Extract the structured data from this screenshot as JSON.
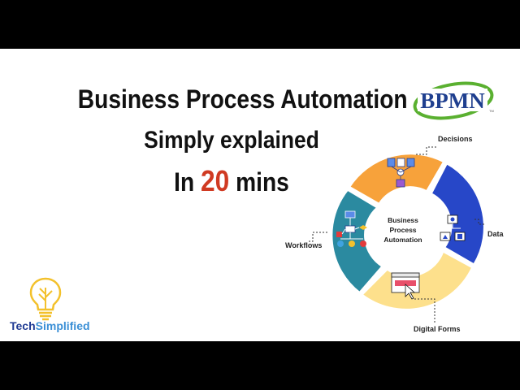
{
  "title": {
    "line1": "Business Process Automation",
    "line2": "Simply explained",
    "line3_prefix": "In",
    "line3_number": "20",
    "line3_suffix": "mins"
  },
  "bpmn_logo": {
    "text": "BPMN",
    "icon": "bpmn-logo",
    "colors": {
      "text": "#1f3f8f",
      "swoosh": "#5ab030"
    }
  },
  "cycle": {
    "center": [
      "Business",
      "Process",
      "Automation"
    ],
    "segments": [
      {
        "label": "Decisions",
        "color": "#f7a23b",
        "icon": "decision-flow-icon"
      },
      {
        "label": "Data",
        "color": "#2747c8",
        "icon": "data-hierarchy-icon"
      },
      {
        "label": "Digital Forms",
        "color": "#fde08c",
        "icon": "digital-form-icon"
      },
      {
        "label": "Workflows",
        "color": "#2b8aa0",
        "icon": "workflow-icon"
      }
    ]
  },
  "brand": {
    "part1": "Tech",
    "part2": "Simplified",
    "icon": "lightbulb-icon",
    "colors": {
      "part1": "#1f3a93",
      "part2": "#3a8fd6",
      "bulb": "#f3c12c"
    }
  },
  "colors": {
    "accent": "#d03a22",
    "background": "#ffffff",
    "bars": "#000000"
  }
}
